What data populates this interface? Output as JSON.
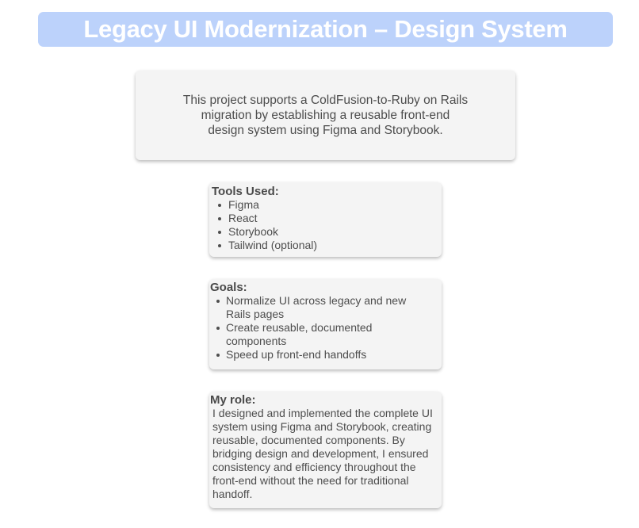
{
  "header": {
    "title": "Legacy UI Modernization – Design System"
  },
  "intro": {
    "text": "This project supports a ColdFusion-to-Ruby on Rails migration by establishing a reusable front-end design system using Figma and Storybook."
  },
  "tools": {
    "heading": "Tools Used:",
    "items": [
      {
        "label": "Figma"
      },
      {
        "label": "React"
      },
      {
        "label": "Storybook"
      },
      {
        "label": "Tailwind (optional)"
      }
    ]
  },
  "goals": {
    "heading": "Goals:",
    "items": [
      {
        "label": "Normalize UI across legacy and new Rails pages"
      },
      {
        "label": "Create reusable, documented components"
      },
      {
        "label": "Speed up front-end handoffs"
      }
    ]
  },
  "role": {
    "heading": "My role:",
    "text": "I designed and implemented the complete UI system using Figma and Storybook, creating reusable, documented components. By bridging design and development, I ensured consistency and efficiency throughout the front-end without the need for traditional handoff."
  },
  "colors": {
    "banner_background": "#bcd2fb",
    "banner_text": "#ffffff",
    "card_background": "#f4f4f4",
    "body_text": "#4d4d4d"
  }
}
